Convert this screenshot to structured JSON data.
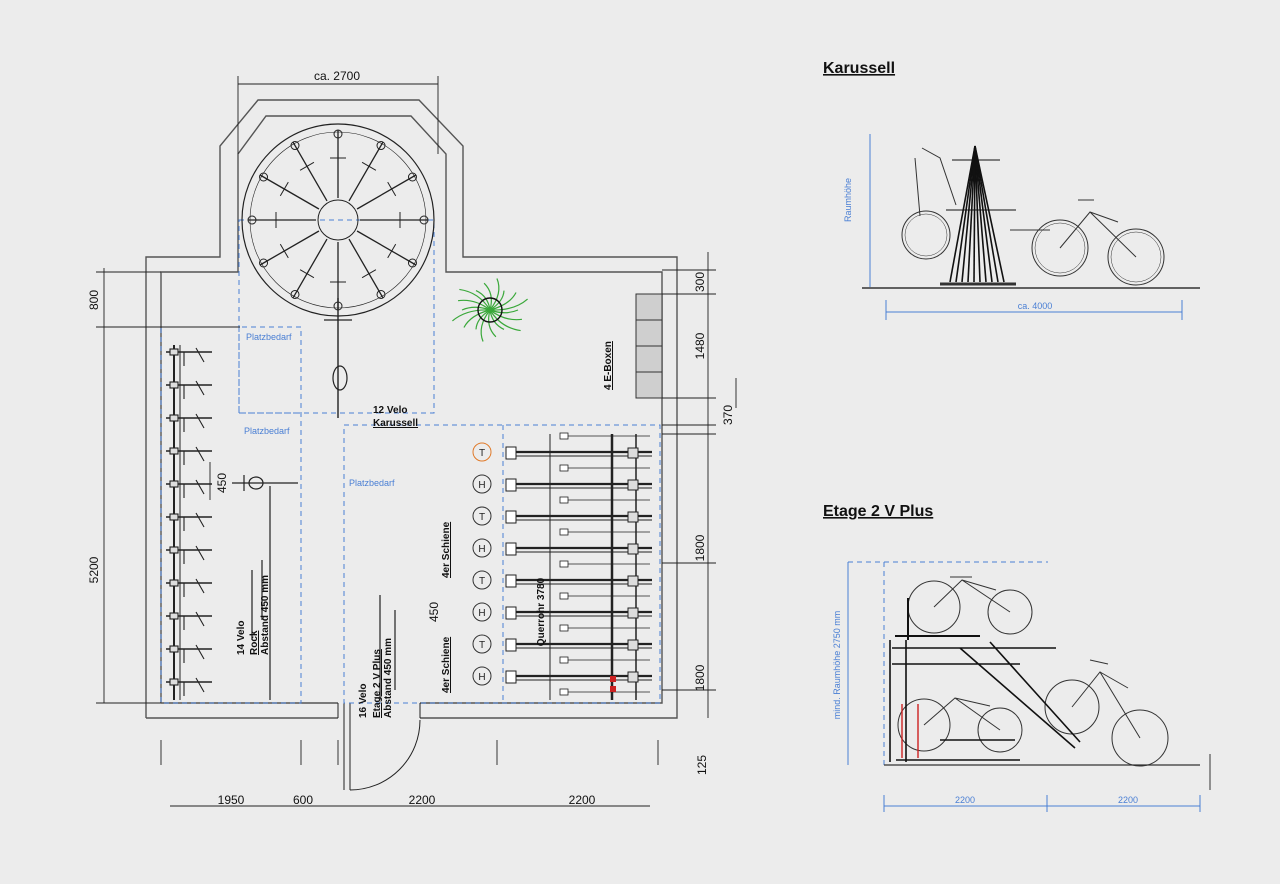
{
  "plan": {
    "dimensions": {
      "top_width": "ca. 2700",
      "left_upper": "800",
      "left_main": "5200",
      "right_top": "300",
      "right_eboxes": "1480",
      "right_small": "370",
      "right_mid": "1800",
      "right_lower": "1800",
      "right_bottom": "125",
      "rack_gap": "450",
      "rail_gap": "450",
      "querrohr": "Querrohr 3780",
      "bottom": [
        "1950",
        "600",
        "2200",
        "2200"
      ]
    },
    "zones": {
      "platzbedarf_1": "Platzbedarf",
      "platzbedarf_2": "Platzbedarf",
      "platzbedarf_3": "Platzbedarf"
    },
    "labels": {
      "karussell_count": "12 Velo",
      "karussell_name": "Karussell",
      "eboxes": "4 E-Boxen",
      "rock_count": "14 Velo",
      "rock_name": "Rock",
      "rock_spacing": "Abstand 450 mm",
      "etage_count": "16 Velo",
      "etage_name": "Etage 2 V Plus",
      "etage_spacing": "Abstand 450 mm",
      "rail_top": "4er Schiene",
      "rail_bottom": "4er Schiene"
    }
  },
  "karussell_detail": {
    "title": "Karussell",
    "height_label": "Raumhöhe",
    "width_label": "ca. 4000"
  },
  "etage_detail": {
    "title": "Etage 2 V Plus",
    "height_label": "mind. Raumhöhe 2750 mm",
    "width_left": "2200",
    "width_right": "2200"
  },
  "colors": {
    "background": "#ececec",
    "wall": "#555555",
    "dashed_zone": "#4a7fd4",
    "plant": "#3aa83a",
    "highlight": "#e07a2a",
    "rack_red": "#cc2222"
  }
}
